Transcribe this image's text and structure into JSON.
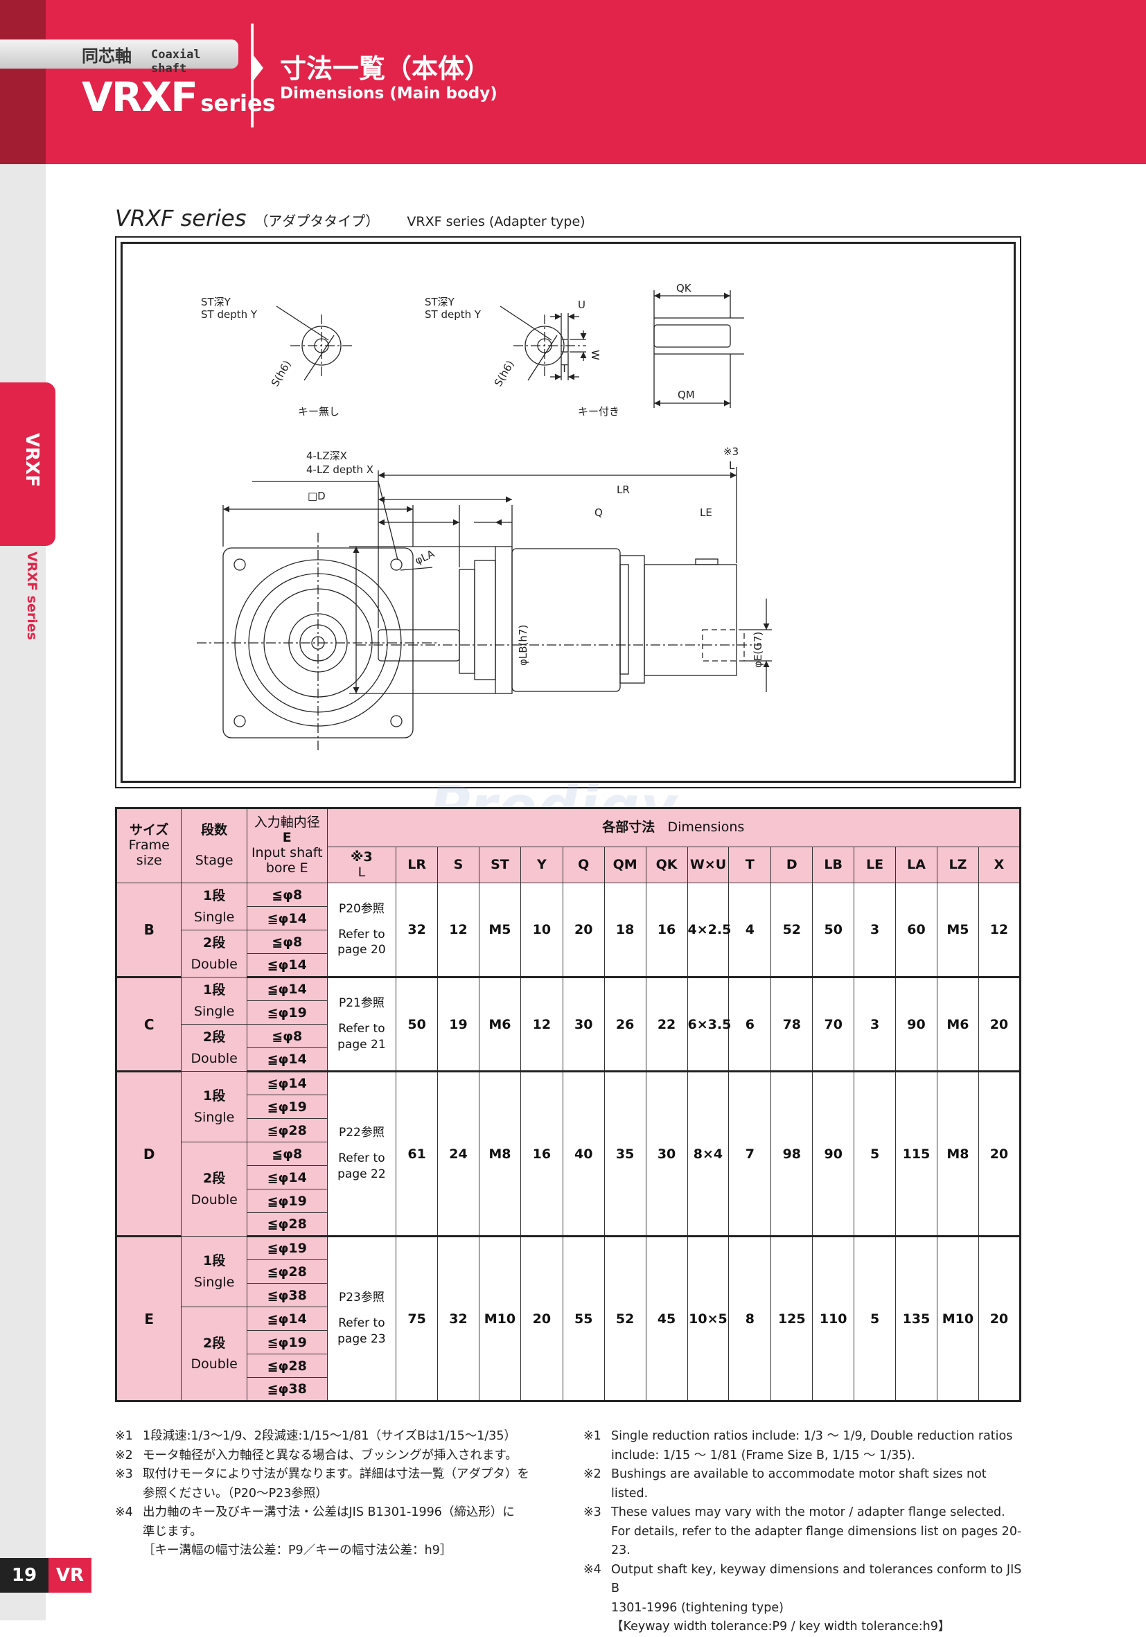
{
  "header": {
    "tag_jp": "同芯軸",
    "tag_en": "Coaxial shaft",
    "series_big": "VRXF",
    "series_small": "series",
    "title_jp": "寸法一覧（本体）",
    "title_en": "Dimensions (Main body)"
  },
  "side": {
    "tab_label": "VRXF",
    "series_label": "VRXF series"
  },
  "footer": {
    "page_number": "19",
    "section": "VR"
  },
  "section": {
    "title": "VRXF series",
    "title_jp": "（アダプタタイプ）",
    "title_en": "VRXF series (Adapter type)"
  },
  "drawing": {
    "st_depth_jp": "ST深Y",
    "st_depth_en": "ST depth Y",
    "s_h6": "S(h6)",
    "no_key": "キー無し",
    "with_key": "キー付き",
    "u": "U",
    "w": "W",
    "t": "T",
    "qk": "QK",
    "qm": "QM",
    "lz_depth_jp": "4-LZ深X",
    "lz_depth_en": "4-LZ depth X",
    "d_label": "□D",
    "la_label": "φLA",
    "note3": "※3",
    "l_label": "L",
    "lr_label": "LR",
    "q_label": "Q",
    "le_label": "LE",
    "lb_label": "φLB(h7)",
    "e_label": "φE(G7)"
  },
  "watermark": "Prodigy",
  "table": {
    "head": {
      "frame_jp": "サイズ",
      "frame_en": "Frame size",
      "stage_jp": "段数",
      "stage_en": "Stage",
      "bore_jp": "入力軸内径",
      "bore_e": "E",
      "bore_en": "Input shaft bore E",
      "dims_jp": "各部寸法",
      "dims_en": "Dimensions",
      "l_note": "※3",
      "l": "L",
      "cols": [
        "LR",
        "S",
        "ST",
        "Y",
        "Q",
        "QM",
        "QK",
        "W×U",
        "T",
        "D",
        "LB",
        "LE",
        "LA",
        "LZ",
        "X"
      ]
    },
    "frames": [
      {
        "size": "B",
        "ref_jp": "P20参照",
        "ref_en": "Refer to page 20",
        "values": [
          "32",
          "12",
          "M5",
          "10",
          "20",
          "18",
          "16",
          "4×2.5",
          "4",
          "52",
          "50",
          "3",
          "60",
          "M5",
          "12"
        ],
        "stages": [
          {
            "jp": "1段",
            "en": "Single",
            "bores": [
              "≦φ8",
              "≦φ14"
            ]
          },
          {
            "jp": "2段",
            "en": "Double",
            "bores": [
              "≦φ8",
              "≦φ14"
            ]
          }
        ]
      },
      {
        "size": "C",
        "ref_jp": "P21参照",
        "ref_en": "Refer to page 21",
        "values": [
          "50",
          "19",
          "M6",
          "12",
          "30",
          "26",
          "22",
          "6×3.5",
          "6",
          "78",
          "70",
          "3",
          "90",
          "M6",
          "20"
        ],
        "stages": [
          {
            "jp": "1段",
            "en": "Single",
            "bores": [
              "≦φ14",
              "≦φ19"
            ]
          },
          {
            "jp": "2段",
            "en": "Double",
            "bores": [
              "≦φ8",
              "≦φ14"
            ]
          }
        ]
      },
      {
        "size": "D",
        "ref_jp": "P22参照",
        "ref_en": "Refer to page 22",
        "values": [
          "61",
          "24",
          "M8",
          "16",
          "40",
          "35",
          "30",
          "8×4",
          "7",
          "98",
          "90",
          "5",
          "115",
          "M8",
          "20"
        ],
        "stages": [
          {
            "jp": "1段",
            "en": "Single",
            "bores": [
              "≦φ14",
              "≦φ19",
              "≦φ28"
            ]
          },
          {
            "jp": "2段",
            "en": "Double",
            "bores": [
              "≦φ8",
              "≦φ14",
              "≦φ19",
              "≦φ28"
            ]
          }
        ]
      },
      {
        "size": "E",
        "ref_jp": "P23参照",
        "ref_en": "Refer to page 23",
        "values": [
          "75",
          "32",
          "M10",
          "20",
          "55",
          "52",
          "45",
          "10×5",
          "8",
          "125",
          "110",
          "5",
          "135",
          "M10",
          "20"
        ],
        "stages": [
          {
            "jp": "1段",
            "en": "Single",
            "bores": [
              "≦φ19",
              "≦φ28",
              "≦φ38"
            ]
          },
          {
            "jp": "2段",
            "en": "Double",
            "bores": [
              "≦φ14",
              "≦φ19",
              "≦φ28",
              "≦φ38"
            ]
          }
        ]
      }
    ]
  },
  "notes_jp": [
    {
      "mark": "※1",
      "lines": [
        "1段減速:1/3〜1/9、2段減速:1/15〜1/81（サイズBは1/15〜1/35）"
      ]
    },
    {
      "mark": "※2",
      "lines": [
        "モータ軸径が入力軸径と異なる場合は、ブッシングが挿入されます。"
      ]
    },
    {
      "mark": "※3",
      "lines": [
        "取付けモータにより寸法が異なります。詳細は寸法一覧（アダプタ）を",
        "参照ください。（P20〜P23参照）"
      ]
    },
    {
      "mark": "※4",
      "lines": [
        "出力軸のキー及びキー溝寸法・公差はJIS B1301-1996（締込形）に",
        "準じます。",
        "［キー溝幅の幅寸法公差：P9／キーの幅寸法公差：h9］"
      ]
    }
  ],
  "notes_en": [
    {
      "mark": "※1",
      "lines": [
        "Single reduction ratios include: 1/3 〜 1/9, Double reduction ratios",
        "include: 1/15 〜 1/81 (Frame Size B, 1/15 〜 1/35)."
      ]
    },
    {
      "mark": "※2",
      "lines": [
        "Bushings are available to accommodate motor shaft sizes not listed."
      ]
    },
    {
      "mark": "※3",
      "lines": [
        "These values may vary with the motor / adapter flange selected.",
        "For details, refer to the adapter flange dimensions list on pages 20-23."
      ]
    },
    {
      "mark": "※4",
      "lines": [
        "Output shaft key, keyway dimensions and tolerances conform to JIS B",
        "1301-1996 (tightening type)",
        "【Keyway width tolerance:P9 / key width tolerance:h9】"
      ]
    }
  ]
}
